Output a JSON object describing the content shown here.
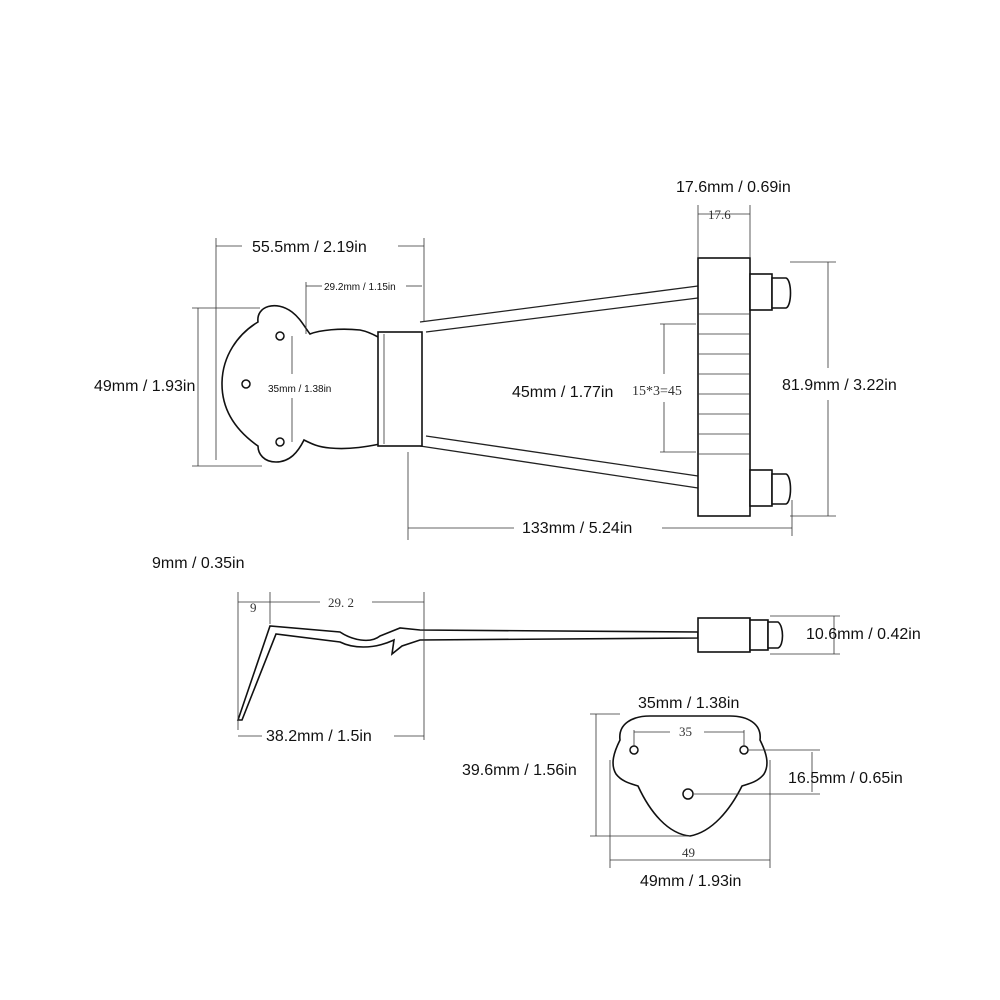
{
  "dimensions": {
    "top_width": "17.6mm / 0.69in",
    "top_width_small": "17.6",
    "tail_length": "55.5mm / 2.19in",
    "tail_inner": "29.2mm / 1.15in",
    "height_left": "49mm / 1.93in",
    "hole_spacing_left": "35mm / 1.38in",
    "bar_span": "45mm / 1.77in",
    "bar_formula": "15*3=45",
    "total_height": "81.9mm / 3.22in",
    "total_length": "133mm / 5.24in",
    "side_offset": "9mm / 0.35in",
    "side_offset_small": "9",
    "side_inner_small": "29. 2",
    "side_height": "10.6mm / 0.42in",
    "side_length": "38.2mm / 1.5in",
    "plate_hole_spacing": "35mm / 1.38in",
    "plate_hole_spacing_small": "35",
    "plate_height": "39.6mm / 1.56in",
    "plate_hole_offset": "16.5mm / 0.65in",
    "plate_width_small": "49",
    "plate_width": "49mm / 1.93in"
  }
}
